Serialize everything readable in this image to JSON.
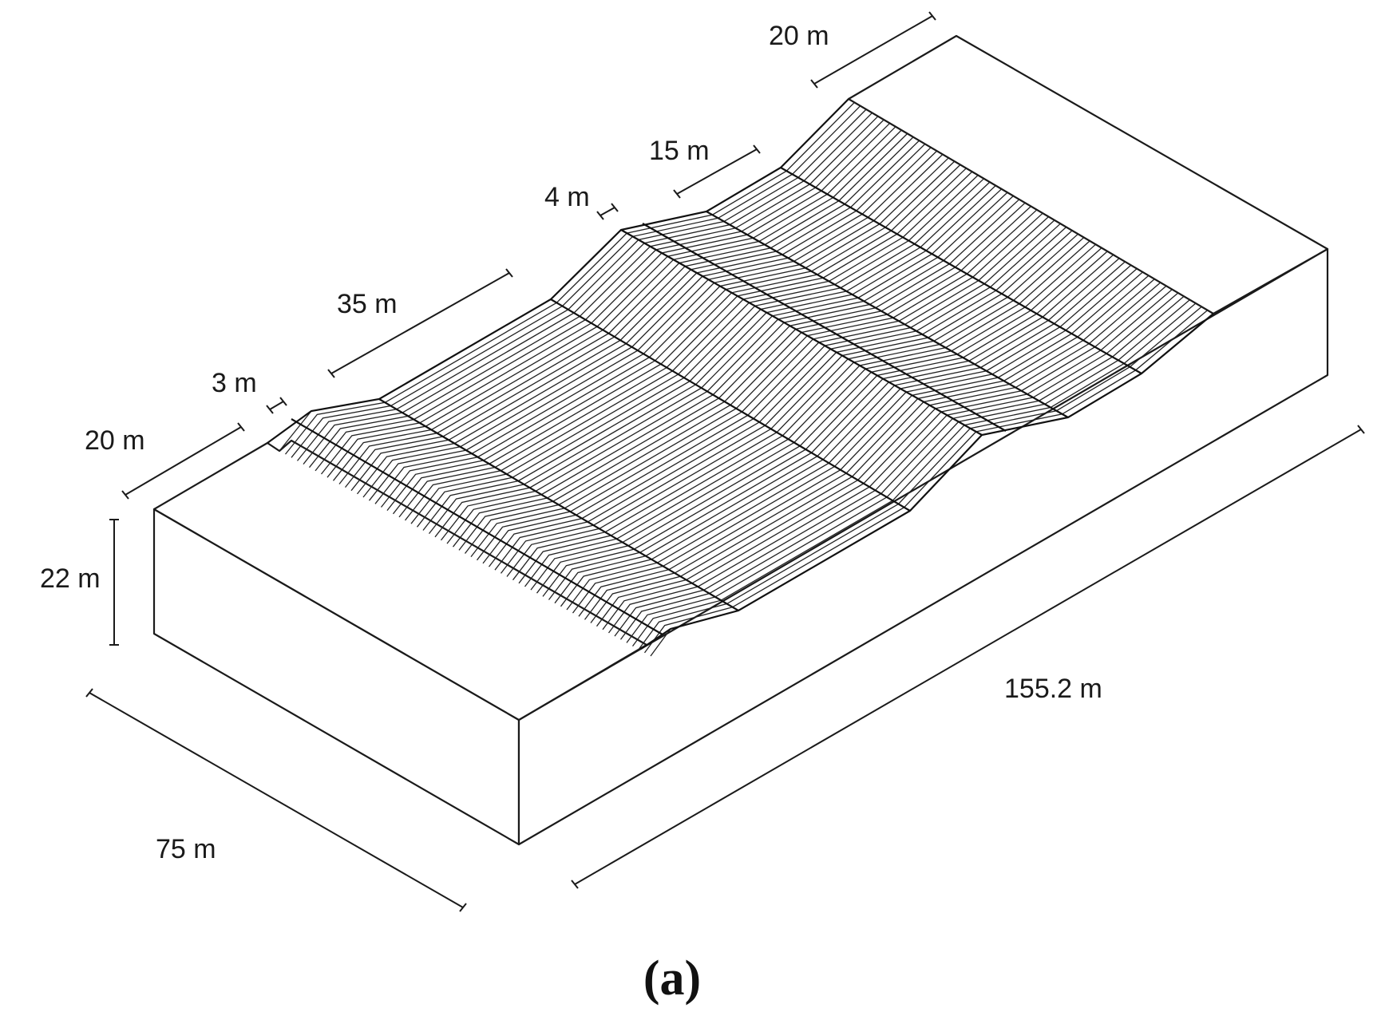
{
  "dimensions": {
    "top_bench_width": "20 m",
    "upper_slope_width": "15 m",
    "upper_berm_width": "4 m",
    "middle_slope_width": "35 m",
    "lower_berm_width": "3 m",
    "bottom_bench_width": "20 m",
    "height": "22 m",
    "model_width": "75 m",
    "model_length": "155.2 m"
  },
  "caption": "(a)",
  "colors": {
    "line": "#1a1a1a",
    "background": "#ffffff"
  }
}
